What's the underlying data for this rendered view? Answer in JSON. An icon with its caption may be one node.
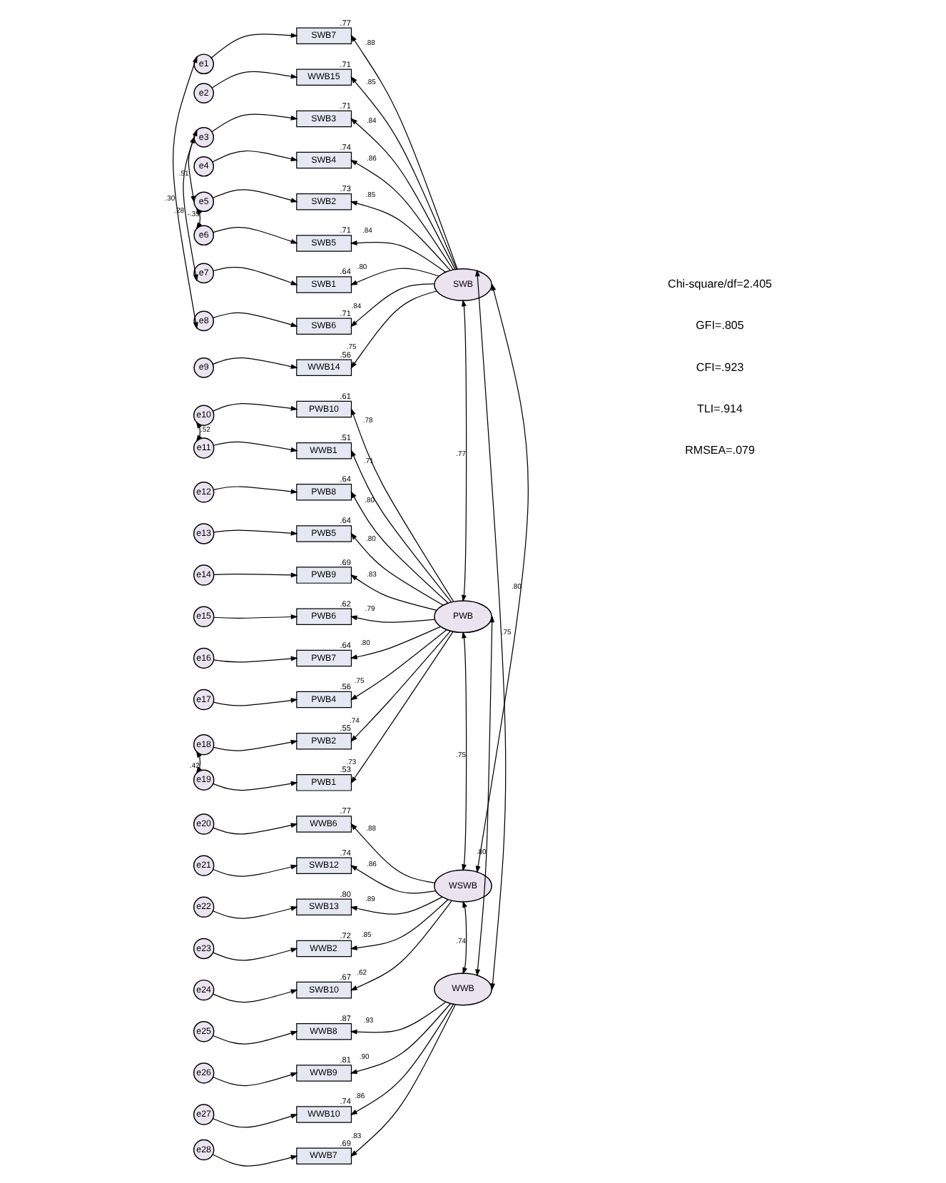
{
  "diagram": {
    "nodes": [
      {
        "text": [
          "e1"
        ]
      },
      {
        "text": [
          "e2"
        ]
      },
      {
        "text": [
          "e3"
        ]
      },
      {
        "text": [
          "e4"
        ]
      },
      {
        "text": [
          "e5"
        ]
      },
      {
        "text": [
          "e6"
        ]
      },
      {
        "text": [
          "e7"
        ]
      },
      {
        "text": [
          "e8"
        ]
      },
      {
        "text": [
          "e9"
        ]
      },
      {
        "text": [
          "SWB7"
        ],
        "beside": [
          ".77"
        ]
      },
      {
        "text": [
          "WWB15"
        ],
        "beside": [
          ".71"
        ]
      },
      {
        "text": [
          "SWB3"
        ],
        "beside": [
          ".71"
        ]
      },
      {
        "text": [
          "SWB4"
        ],
        "beside": [
          ".74"
        ]
      },
      {
        "text": [
          "SWB2"
        ],
        "beside": [
          ".73"
        ]
      },
      {
        "text": [
          "SWB5"
        ],
        "beside": [
          ".71"
        ]
      },
      {
        "text": [
          "SWB1"
        ],
        "beside": [
          ".64"
        ]
      },
      {
        "text": [
          "SWB6"
        ],
        "beside": [
          ".71"
        ]
      },
      {
        "text": [
          "WWB14"
        ],
        "beside": [
          ".56"
        ]
      },
      {
        "text": [
          "SWB"
        ]
      },
      {
        "text": [
          "e10"
        ]
      },
      {
        "text": [
          "e11"
        ]
      },
      {
        "text": [
          "e12"
        ]
      },
      {
        "text": [
          "e13"
        ]
      },
      {
        "text": [
          "e14"
        ]
      },
      {
        "text": [
          "e15"
        ]
      },
      {
        "text": [
          "e16"
        ]
      },
      {
        "text": [
          "e17"
        ]
      },
      {
        "text": [
          "e18"
        ]
      },
      {
        "text": [
          "e19"
        ]
      },
      {
        "text": [
          "PWB10"
        ],
        "beside": [
          ".61"
        ]
      },
      {
        "text": [
          "WWB1"
        ],
        "beside": [
          ".51"
        ]
      },
      {
        "text": [
          "PWB8"
        ],
        "beside": [
          ".64"
        ]
      },
      {
        "text": [
          "PWB5"
        ],
        "beside": [
          ".64"
        ]
      },
      {
        "text": [
          "PWB9"
        ],
        "beside": [
          ".69"
        ]
      },
      {
        "text": [
          "PWB6"
        ],
        "beside": [
          ".62"
        ]
      },
      {
        "text": [
          "PWB7"
        ],
        "beside": [
          ".64"
        ]
      },
      {
        "text": [
          "PWB4"
        ],
        "beside": [
          ".56"
        ]
      },
      {
        "text": [
          "PWB2"
        ],
        "beside": [
          ".55"
        ]
      },
      {
        "text": [
          "PWB1"
        ],
        "beside": [
          ".53"
        ]
      },
      {
        "text": [
          "PWB"
        ]
      },
      {
        "text": [
          "e20"
        ]
      },
      {
        "text": [
          "e21"
        ]
      },
      {
        "text": [
          "e22"
        ]
      },
      {
        "text": [
          "e23"
        ]
      },
      {
        "text": [
          "e24"
        ]
      },
      {
        "text": [
          "WWB6"
        ],
        "beside": [
          ".77"
        ]
      },
      {
        "text": [
          "SWB12"
        ],
        "beside": [
          ".74"
        ]
      },
      {
        "text": [
          "SWB13"
        ],
        "beside": [
          ".80"
        ]
      },
      {
        "text": [
          "WWB2"
        ],
        "beside": [
          ".72"
        ]
      },
      {
        "text": [
          "SWB10"
        ],
        "beside": [
          ".67"
        ]
      },
      {
        "text": [
          "WSWB"
        ]
      },
      {
        "text": [
          "e25"
        ]
      },
      {
        "text": [
          "e26"
        ]
      },
      {
        "text": [
          "e27"
        ]
      },
      {
        "text": [
          "e28"
        ]
      },
      {
        "text": [
          "WWB8"
        ],
        "beside": [
          ".87"
        ]
      },
      {
        "text": [
          "WWB9"
        ],
        "beside": [
          ".81"
        ]
      },
      {
        "text": [
          "WWB10"
        ],
        "beside": [
          ".74"
        ]
      },
      {
        "text": [
          "WWB7"
        ],
        "beside": [
          ".69"
        ]
      },
      {
        "text": [
          "WWB"
        ]
      }
    ],
    "edges": [
      {
        "from": 0,
        "to": 9,
        "arrow": "to"
      },
      {
        "from": 1,
        "to": 10,
        "arrow": "to"
      },
      {
        "from": 2,
        "to": 11,
        "arrow": "to"
      },
      {
        "from": 3,
        "to": 12,
        "arrow": "to"
      },
      {
        "from": 4,
        "to": 13,
        "arrow": "to"
      },
      {
        "from": 5,
        "to": 14,
        "arrow": "to"
      },
      {
        "from": 6,
        "to": 15,
        "arrow": "to"
      },
      {
        "from": 7,
        "to": 16,
        "arrow": "to"
      },
      {
        "from": 8,
        "to": 17,
        "arrow": "to"
      },
      {
        "from": 18,
        "to": 9,
        "arrow": "to",
        "label": ".88"
      },
      {
        "from": 18,
        "to": 10,
        "arrow": "to",
        "label": ".85"
      },
      {
        "from": 18,
        "to": 11,
        "arrow": "to",
        "label": ".84"
      },
      {
        "from": 18,
        "to": 12,
        "arrow": "to",
        "label": ".86"
      },
      {
        "from": 18,
        "to": 13,
        "arrow": "to",
        "label": ".85"
      },
      {
        "from": 18,
        "to": 14,
        "arrow": "to",
        "label": ".84"
      },
      {
        "from": 18,
        "to": 15,
        "arrow": "to",
        "label": ".80"
      },
      {
        "from": 18,
        "to": 16,
        "arrow": "to",
        "label": ".84"
      },
      {
        "from": 18,
        "to": 17,
        "arrow": "to",
        "label": ".75"
      },
      {
        "from": 0,
        "to": 7,
        "arrow": "both",
        "label": ".30"
      },
      {
        "from": 2,
        "to": 6,
        "arrow": "both",
        "label": ".28"
      },
      {
        "from": 2,
        "to": 4,
        "arrow": "both",
        "label": ".51"
      },
      {
        "from": 4,
        "to": 5,
        "arrow": "both",
        "label": "-.35"
      },
      {
        "from": 19,
        "to": 29,
        "arrow": "to"
      },
      {
        "from": 20,
        "to": 30,
        "arrow": "to"
      },
      {
        "from": 21,
        "to": 31,
        "arrow": "to"
      },
      {
        "from": 22,
        "to": 32,
        "arrow": "to"
      },
      {
        "from": 23,
        "to": 33,
        "arrow": "to"
      },
      {
        "from": 24,
        "to": 34,
        "arrow": "to"
      },
      {
        "from": 25,
        "to": 35,
        "arrow": "to"
      },
      {
        "from": 26,
        "to": 36,
        "arrow": "to"
      },
      {
        "from": 27,
        "to": 37,
        "arrow": "to"
      },
      {
        "from": 28,
        "to": 38,
        "arrow": "to"
      },
      {
        "from": 39,
        "to": 29,
        "arrow": "to",
        "label": ".78"
      },
      {
        "from": 39,
        "to": 30,
        "arrow": "to",
        "label": ".71"
      },
      {
        "from": 39,
        "to": 31,
        "arrow": "to",
        "label": ".80"
      },
      {
        "from": 39,
        "to": 32,
        "arrow": "to",
        "label": ".80"
      },
      {
        "from": 39,
        "to": 33,
        "arrow": "to",
        "label": ".83"
      },
      {
        "from": 39,
        "to": 34,
        "arrow": "to",
        "label": ".79"
      },
      {
        "from": 39,
        "to": 35,
        "arrow": "to",
        "label": ".80"
      },
      {
        "from": 39,
        "to": 36,
        "arrow": "to",
        "label": ".75"
      },
      {
        "from": 39,
        "to": 37,
        "arrow": "to",
        "label": ".74"
      },
      {
        "from": 39,
        "to": 38,
        "arrow": "to",
        "label": ".73"
      },
      {
        "from": 19,
        "to": 20,
        "arrow": "both",
        "label": ".52"
      },
      {
        "from": 27,
        "to": 28,
        "arrow": "both",
        "label": ".42"
      },
      {
        "from": 40,
        "to": 45,
        "arrow": "to"
      },
      {
        "from": 41,
        "to": 46,
        "arrow": "to"
      },
      {
        "from": 42,
        "to": 47,
        "arrow": "to"
      },
      {
        "from": 43,
        "to": 48,
        "arrow": "to"
      },
      {
        "from": 44,
        "to": 49,
        "arrow": "to"
      },
      {
        "from": 50,
        "to": 45,
        "arrow": "to",
        "label": ".88"
      },
      {
        "from": 50,
        "to": 46,
        "arrow": "to",
        "label": ".86"
      },
      {
        "from": 50,
        "to": 47,
        "arrow": "to",
        "label": ".89"
      },
      {
        "from": 50,
        "to": 48,
        "arrow": "to",
        "label": ".85"
      },
      {
        "from": 50,
        "to": 49,
        "arrow": "to",
        "label": ".62"
      },
      {
        "from": 51,
        "to": 55,
        "arrow": "to"
      },
      {
        "from": 52,
        "to": 56,
        "arrow": "to"
      },
      {
        "from": 53,
        "to": 57,
        "arrow": "to"
      },
      {
        "from": 54,
        "to": 58,
        "arrow": "to"
      },
      {
        "from": 59,
        "to": 55,
        "arrow": "to",
        "label": ".93"
      },
      {
        "from": 59,
        "to": 56,
        "arrow": "to",
        "label": ".90"
      },
      {
        "from": 59,
        "to": 57,
        "arrow": "to",
        "label": ".86"
      },
      {
        "from": 59,
        "to": 58,
        "arrow": "to",
        "label": ".83"
      },
      {
        "from": 18,
        "to": 39,
        "arrow": "both",
        "label": ".77"
      },
      {
        "from": 18,
        "to": 50,
        "arrow": "both",
        "label": ".80"
      },
      {
        "from": 18,
        "to": 59,
        "arrow": "both",
        "label": ".75"
      },
      {
        "from": 39,
        "to": 50,
        "arrow": "both",
        "label": ".75"
      },
      {
        "from": 39,
        "to": 59,
        "arrow": "both",
        "label": ".80"
      },
      {
        "from": 50,
        "to": 59,
        "arrow": "both",
        "label": ".74"
      }
    ],
    "labels": [
      "Chi-square/df=2.405",
      "GFI=.805",
      "CFI=.923",
      "TLI=.914",
      "RMSEA=.079"
    ]
  }
}
